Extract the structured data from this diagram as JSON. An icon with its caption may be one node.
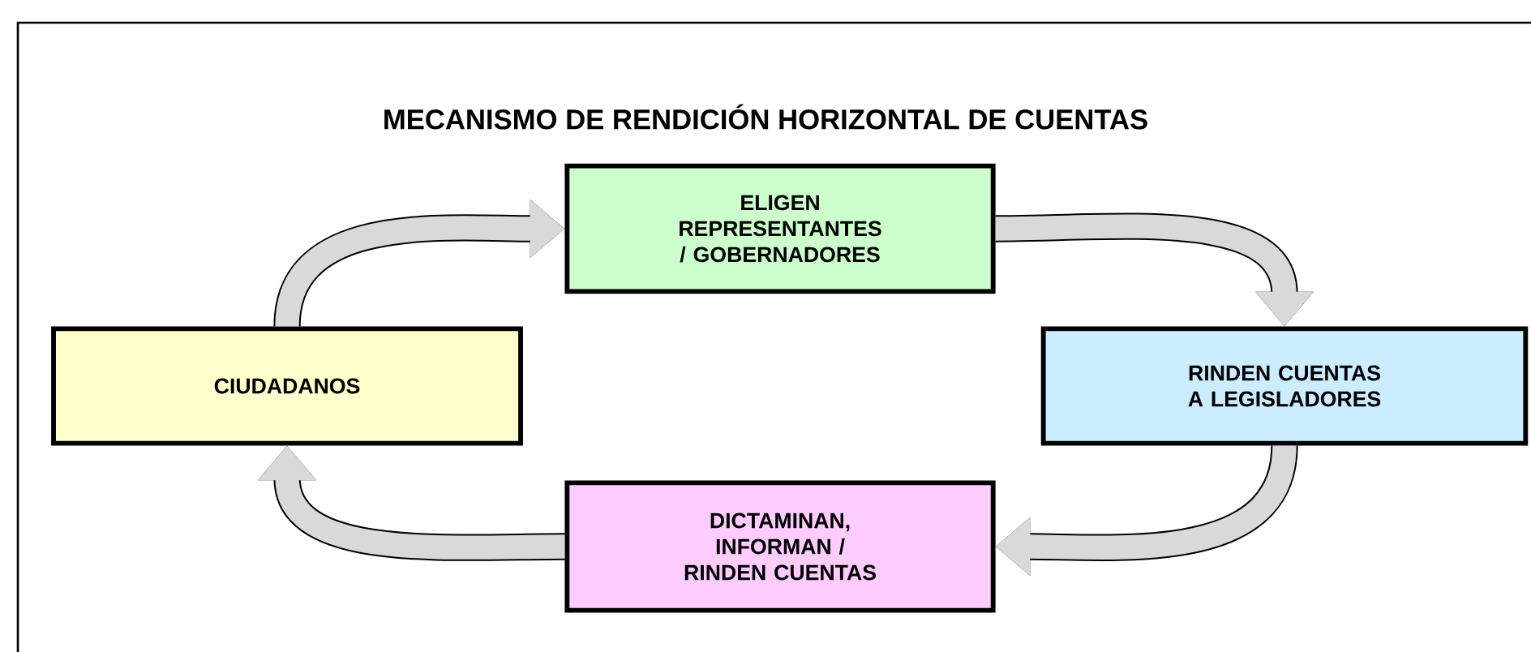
{
  "diagram": {
    "title": "MECANISMO DE RENDICIÓN HORIZONTAL DE CUENTAS",
    "nodes": [
      {
        "text": [
          "CIUDADANOS"
        ]
      },
      {
        "text": [
          "ELIGEN REPRESENTANTES / GOBERNADORES"
        ]
      },
      {
        "text": [
          "RINDEN CUENTAS A LEGISLADORES"
        ]
      },
      {
        "text": [
          "DICTAMINAN, INFORMAN / RINDEN CUENTAS"
        ]
      }
    ],
    "edges": [
      {
        "from": 0,
        "to": 1,
        "arrow": "to"
      },
      {
        "from": 1,
        "to": 2,
        "arrow": "to"
      },
      {
        "from": 2,
        "to": 3,
        "arrow": "to"
      },
      {
        "from": 3,
        "to": 0,
        "arrow": "to"
      }
    ]
  }
}
